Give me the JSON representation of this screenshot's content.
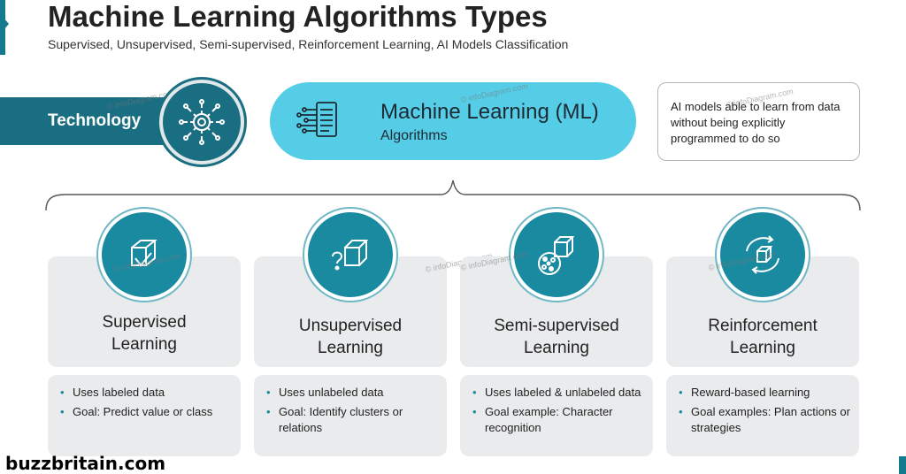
{
  "header": {
    "title": "Machine Learning Algorithms Types",
    "subtitle": "Supervised, Unsupervised, Semi-supervised, Reinforcement Learning, AI Models Classification"
  },
  "technology": {
    "label": "Technology",
    "icon": "gear-circuit-icon"
  },
  "ml": {
    "title": "Machine Learning (ML)",
    "subtitle": "Algorithms",
    "icon": "circuit-document-icon"
  },
  "description": {
    "text": "AI models able to learn from data without being explicitly programmed to do so"
  },
  "types": [
    {
      "title_line1": "Supervised",
      "title_line2": "Learning",
      "icon": "cube-check-icon",
      "bullets": [
        "Uses labeled data",
        "Goal: Predict value or class"
      ]
    },
    {
      "title_line1": "Unsupervised",
      "title_line2": "Learning",
      "icon": "cube-question-icon",
      "bullets": [
        "Uses unlabeled data",
        "Goal: Identify clusters or relations"
      ]
    },
    {
      "title_line1": "Semi-supervised",
      "title_line2": "Learning",
      "icon": "cube-cluster-icon",
      "bullets": [
        "Uses labeled & unlabeled data",
        "Goal example: Character recognition"
      ]
    },
    {
      "title_line1": "Reinforcement",
      "title_line2": "Learning",
      "icon": "cube-cycle-icon",
      "bullets": [
        "Reward-based learning",
        "Goal examples: Plan actions or strategies"
      ]
    }
  ],
  "watermark": "© infoDiagram.com",
  "footer": {
    "site": "buzzbritain.com"
  },
  "colors": {
    "teal_dark": "#1a6e82",
    "teal": "#1a8aa0",
    "cyan": "#56cde6",
    "card_bg": "#e9ebed"
  }
}
